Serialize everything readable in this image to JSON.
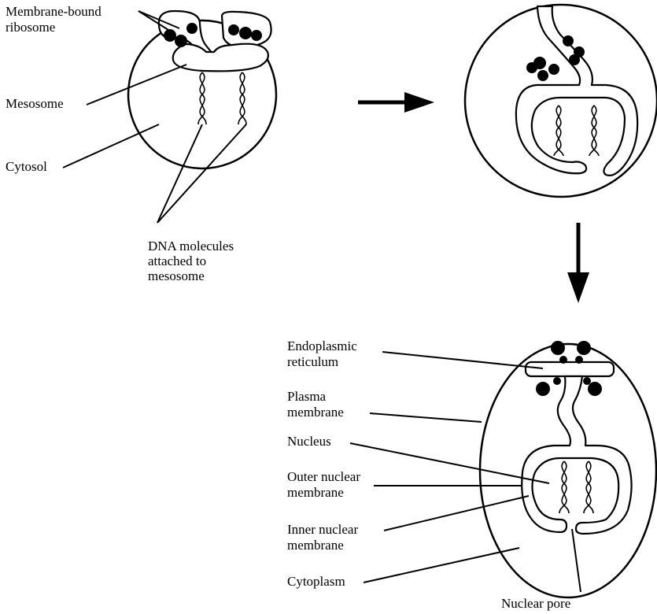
{
  "colors": {
    "ink": "#000000",
    "background": "#ffffff"
  },
  "labels": {
    "membrane_bound_ribosome": [
      "Membrane-bound",
      "ribosome"
    ],
    "mesosome": "Mesosome",
    "cytosol": "Cytosol",
    "dna_molecules": [
      "DNA molecules",
      "attached to",
      "mesosome"
    ],
    "endoplasmic_reticulum": [
      "Endoplasmic",
      "reticulum"
    ],
    "plasma_membrane": [
      "Plasma",
      "membrane"
    ],
    "nucleus": "Nucleus",
    "outer_nuclear_membrane": [
      "Outer nuclear",
      "membrane"
    ],
    "inner_nuclear_membrane": [
      "Inner nuclear",
      "membrane"
    ],
    "cytoplasm": "Cytoplasm",
    "nuclear_pore": "Nuclear pore"
  }
}
